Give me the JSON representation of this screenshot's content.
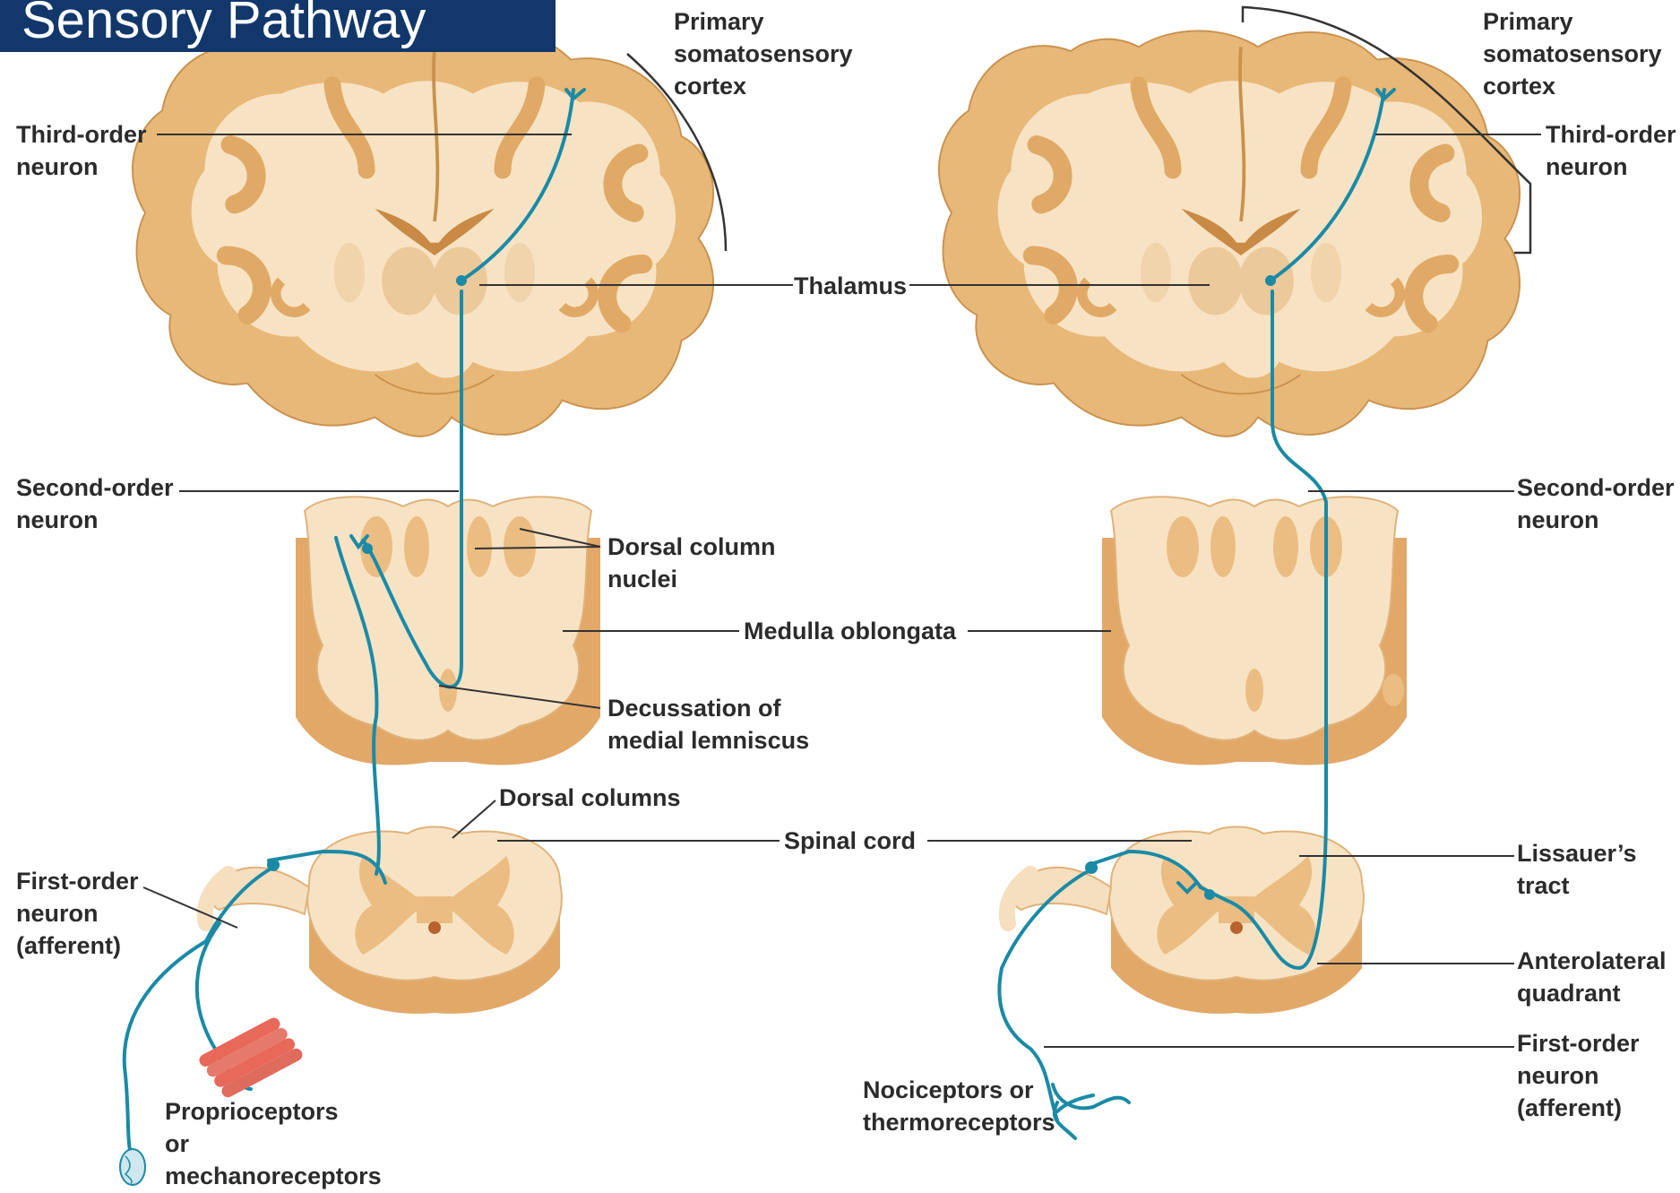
{
  "title": "Sensory Pathway",
  "colors": {
    "brain_outer": "#e8b878",
    "brain_inner": "#f7e3c4",
    "neuron": "#1a8aa6",
    "title_bg": "#12376b",
    "leader": "#333333",
    "muscle": "#e8685a"
  },
  "left_panel": {
    "primary_cortex": "Primary\nsomatosensory\ncortex",
    "third_order": "Third-order\nneuron",
    "second_order": "Second-order\nneuron",
    "dorsal_column_nuclei": "Dorsal column\nnuclei",
    "decussation": "Decussation of\nmedial lemniscus",
    "dorsal_columns": "Dorsal columns",
    "first_order": "First-order\nneuron\n(afferent)",
    "receptors": "Proprioceptors\nor\nmechanoreceptors"
  },
  "center": {
    "thalamus": "Thalamus",
    "medulla": "Medulla oblongata",
    "spinal_cord": "Spinal cord"
  },
  "right_panel": {
    "primary_cortex": "Primary\nsomatosensory\ncortex",
    "third_order": "Third-order\nneuron",
    "second_order": "Second-order\nneuron",
    "lissauer": "Lissauer’s\ntract",
    "anterolateral": "Anterolateral\nquadrant",
    "first_order": "First-order\nneuron\n(afferent)",
    "receptors": "Nociceptors or\nthermoreceptors"
  }
}
